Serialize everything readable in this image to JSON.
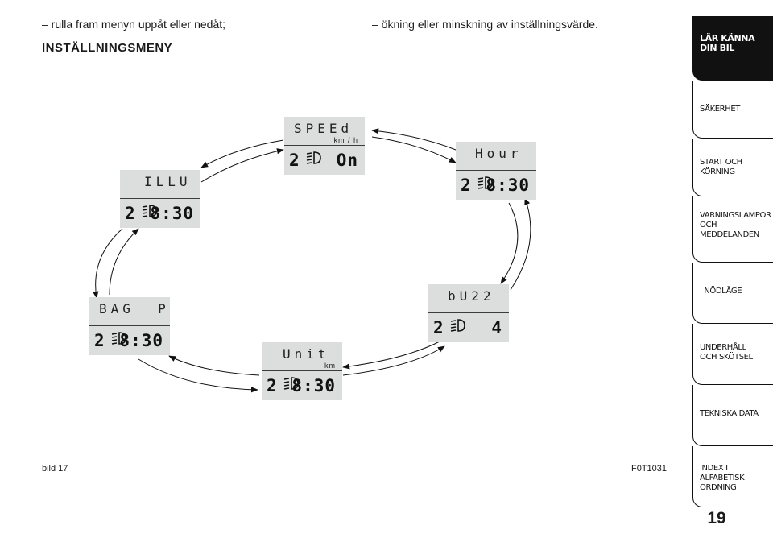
{
  "text": {
    "intro_left": "– rulla fram menyn uppåt eller nedåt;",
    "intro_right": "– ökning eller minskning av inställningsvärde.",
    "heading": "INSTÄLLNINGSMENY",
    "figure_label": "bild 17",
    "figure_code": "F0T1031",
    "page_number": "19"
  },
  "panels": {
    "speed": {
      "mode": "SPEEd",
      "unit": "km / h",
      "gear": "2",
      "value": "On"
    },
    "hour": {
      "mode": "Hour",
      "gear": "2",
      "value": "8:30"
    },
    "buzz": {
      "mode": "bU22",
      "gear": "2",
      "value": "4"
    },
    "unit": {
      "mode": "Unit",
      "unit": "km",
      "gear": "2",
      "value": "8:30"
    },
    "bag": {
      "mode": "BAG  P",
      "gear": "2",
      "value": "8:30"
    },
    "illu": {
      "mode": "ILLU",
      "gear": "2",
      "value": "8:30"
    }
  },
  "sidebar": {
    "items": [
      {
        "label": "LÄR KÄNNA DIN BIL",
        "active": true
      },
      {
        "label": "SÄKERHET",
        "active": false
      },
      {
        "label": "START OCH KÖRNING",
        "active": false
      },
      {
        "label": "VARNINGSLAMPOR OCH MEDDELANDEN",
        "active": false
      },
      {
        "label": "I NÖDLÄGE",
        "active": false
      },
      {
        "label": "UNDERHÅLL OCH SKÖTSEL",
        "active": false
      },
      {
        "label": "TEKNISKA DATA",
        "active": false
      },
      {
        "label": "INDEX I ALFABETISK ORDNING",
        "active": false
      }
    ]
  },
  "icons": {
    "bulb": "headlight-bulb-icon",
    "arrow": "arrow-icon"
  }
}
